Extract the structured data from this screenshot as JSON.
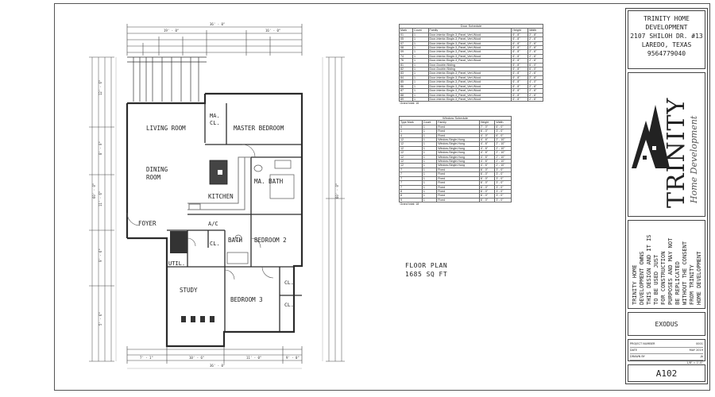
{
  "company": {
    "name_line1": "TRINITY HOME",
    "name_line2": "DEVELOPMENT",
    "address": "2107 SHILOH DR. #13",
    "city": "LAREDO, TEXAS",
    "phone": "9564779040",
    "logo_text": "TRINITY",
    "logo_script": "Home Development"
  },
  "disclaimer": [
    "TRINITY HOME",
    "DEVELOPMENT OWNS",
    "THIS DESIGN AND IT IS",
    "TO BE USED JUST",
    "FOR CONSTRUCTION",
    "PURPOSES AND MAY NOT",
    "BE REPLICATED",
    "WITHOUT THE CONSENT",
    "FROM TRINITY",
    "HOME DEVELOPMENT"
  ],
  "project": "EXODUS",
  "sheet_number": "A102",
  "plan_title": "FLOOR PLAN",
  "plan_area": "1685 SQ FT",
  "rooms": {
    "living": "LIVING ROOM",
    "master": "MASTER BEDROOM",
    "ma_cl_1": "MA.",
    "ma_cl_2": "CL.",
    "dining_1": "DINING",
    "dining_2": "ROOM",
    "kitchen": "KITCHEN",
    "ma_bath": "MA. BATH",
    "foyer": "FOYER",
    "ac": "A/C",
    "cl": "CL.",
    "bath": "BATH",
    "bed2": "BEDROOM 2",
    "util": "UTIL.",
    "study": "STUDY",
    "bed3": "BEDROOM 3",
    "cl2": "CL.",
    "cl3": "CL."
  },
  "door_schedule": {
    "title": "Door Schedule",
    "headers": [
      "Mark",
      "Count",
      "Family",
      "Height",
      "Width"
    ],
    "rows": [
      [
        "01",
        "1",
        "Door-Interior-Single-3_Panel_Vert-Wood",
        "6' - 8\"",
        "2' - 8\""
      ],
      [
        "05",
        "1",
        "Door-Interior-Single-3_Panel_Vert-Wood",
        "6' - 8\"",
        "2' - 6\""
      ],
      [
        "07",
        "1",
        "Door-Interior-Single-3_Panel_Vert-Wood",
        "6' - 8\"",
        "2' - 6\""
      ],
      [
        "08",
        "1",
        "Door-Interior-Single-3_Panel_Vert-Wood",
        "6' - 8\"",
        "2' - 6\""
      ],
      [
        "09",
        "1",
        "Door-Interior-Single-3_Panel_Vert-Wood",
        "6' - 8\"",
        "2' - 6\""
      ],
      [
        "74",
        "1",
        "Door-Interior-Single-3_Panel_Vert-Wood",
        "6' - 8\"",
        "2' - 6\""
      ],
      [
        "76",
        "1",
        "Door-Interior-Single-3_Panel_Vert-Wood",
        "6' - 8\"",
        "2' - 6\""
      ],
      [
        "81",
        "1",
        "Door-Double-Sliding",
        "6' - 8\"",
        "6' - 0\""
      ],
      [
        "82",
        "1",
        "Door-Double-Sliding",
        "6' - 8\"",
        "6' - 0\""
      ],
      [
        "83",
        "1",
        "Door-Interior-Single-3_Panel_Vert-Wood",
        "6' - 8\"",
        "2' - 6\""
      ],
      [
        "84",
        "1",
        "Door-Interior-Single-3_Panel_Vert-Wood",
        "6' - 8\"",
        "2' - 6\""
      ],
      [
        "85",
        "1",
        "Door-Interior-Single-3_Panel_Vert-Wood",
        "6' - 8\"",
        "4' - 0\""
      ],
      [
        "86",
        "1",
        "Door-Interior-Single-3_Panel_Vert-Wood",
        "6' - 8\"",
        "2' - 6\""
      ],
      [
        "87",
        "1",
        "Door-Interior-Single-3_Panel_Vert-Wood",
        "6' - 8\"",
        "2' - 6\""
      ],
      [
        "88",
        "1",
        "Door-Interior-Single-3_Panel_Vert-Wood",
        "6' - 8\"",
        "2' - 6\""
      ],
      [
        "89",
        "1",
        "Door-Interior-Single-3_Panel_Vert-Wood",
        "6' - 8\"",
        "2' - 6\""
      ]
    ],
    "total": "Grand total: 16"
  },
  "window_schedule": {
    "title": "Window Schedule",
    "headers": [
      "Type Mark",
      "Count",
      "Family",
      "Height",
      "Width"
    ],
    "rows": [
      [
        "0",
        "1",
        "Fixed",
        "7' - 0\"",
        "6' - 0\""
      ],
      [
        "1",
        "1",
        "Fixed",
        "6' - 0\"",
        "3' - 0\""
      ],
      [
        "4",
        "1",
        "Fixed",
        "4' - 0\"",
        "6' - 0\""
      ],
      [
        "12",
        "1",
        "Window-Single-Hung",
        "4' - 6\"",
        "2' - 10\""
      ],
      [
        "12",
        "1",
        "Window-Single-Hung",
        "4' - 6\"",
        "2' - 10\""
      ],
      [
        "12",
        "1",
        "Window-Single-Hung",
        "4' - 6\"",
        "2' - 10\""
      ],
      [
        "12",
        "1",
        "Window-Single-Hung",
        "4' - 6\"",
        "2' - 10\""
      ],
      [
        "12",
        "1",
        "Window-Single-Hung",
        "4' - 6\"",
        "2' - 10\""
      ],
      [
        "12",
        "1",
        "Window-Single-Hung",
        "4' - 6\"",
        "2' - 10\""
      ],
      [
        "12",
        "1",
        "Window-Single-Hung",
        "4' - 6\"",
        "2' - 10\""
      ],
      [
        "7",
        "1",
        "Fixed",
        "6' - 0\"",
        "3' - 0\""
      ],
      [
        "7",
        "1",
        "Fixed",
        "6' - 0\"",
        "3' - 0\""
      ],
      [
        "7",
        "1",
        "Fixed",
        "6' - 0\"",
        "3' - 0\""
      ],
      [
        "7",
        "1",
        "Fixed",
        "6' - 0\"",
        "3' - 0\""
      ],
      [
        "7",
        "1",
        "Fixed",
        "6' - 0\"",
        "3' - 0\""
      ],
      [
        "8",
        "1",
        "Fixed",
        "6' - 0\"",
        "3' - 0\""
      ],
      [
        "8",
        "1",
        "Fixed",
        "6' - 0\"",
        "3' - 0\""
      ],
      [
        "9",
        "1",
        "Fixed",
        "6' - 0\"",
        "3' - 0\""
      ]
    ],
    "total": "Grand total: 18"
  },
  "dimensions": {
    "overall_width": "36' - 0\"",
    "top_segments": [
      "19' - 0\"",
      "16' - 0\""
    ],
    "bottom_segments": [
      "7' - 1\"",
      "10' - 6\"",
      "11' - 0\"",
      "9' - 0\""
    ],
    "overall_depth": "60' - 0\"",
    "left_segments": [
      "12' - 6\"",
      "8' - 0\"",
      "11' - 6\"",
      "9' - 6\"",
      "5' - 6\""
    ]
  },
  "titleblock_fields": [
    {
      "label": "PROJECT NUMBER",
      "value": "0001"
    },
    {
      "label": "DATE",
      "value": "MAY 2019"
    },
    {
      "label": "DRAWN BY",
      "value": "JA"
    }
  ],
  "scale_note": "1/8\" = 1'-0\"",
  "colors": {
    "ink": "#222222",
    "wall": "#2b2b2b",
    "counter": "#777777",
    "sheet_border": "#555555"
  }
}
